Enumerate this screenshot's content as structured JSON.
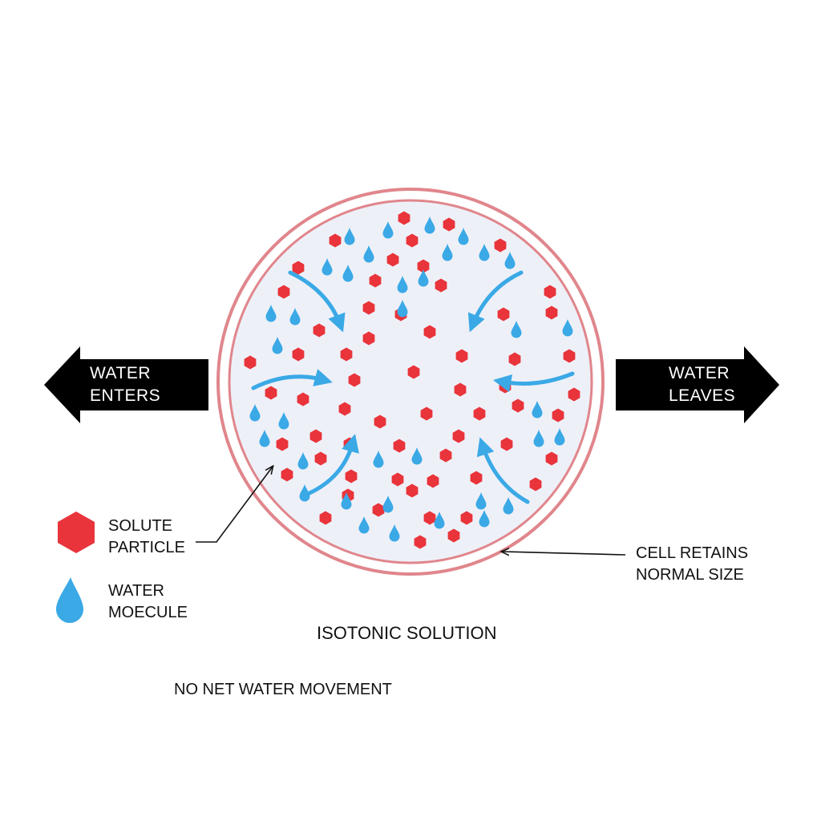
{
  "labels": {
    "water_enters": [
      "WATER",
      "ENTERS"
    ],
    "water_leaves": [
      "WATER",
      "LEAVES"
    ],
    "solute_legend": [
      "SOLUTE",
      "PARTICLE"
    ],
    "water_legend": [
      "WATER",
      "MOECULE"
    ],
    "cell_note": [
      "CELL RETAINS",
      "NORMAL SIZE"
    ],
    "solution_type": "ISOTONIC SOLUTION",
    "summary": "NO NET WATER MOVEMENT"
  },
  "colors": {
    "solute": "#e8343a",
    "water": "#3aa9e6",
    "membrane": "#e0868c",
    "cytoplasm": "#eef0f8",
    "arrow": "#111111"
  },
  "icons": {
    "solute": "hexagon-icon",
    "water": "droplet-icon"
  }
}
